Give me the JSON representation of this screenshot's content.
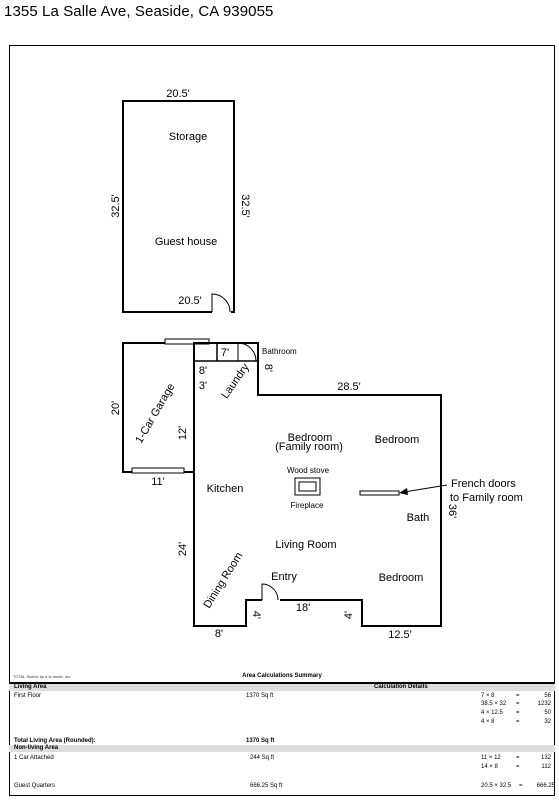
{
  "header": {
    "address": "1355 La Salle Ave, Seaside, CA  939055"
  },
  "plan": {
    "guest_house": {
      "top_dim": "20.5'",
      "left_dim": "32.5'",
      "right_dim": "32.5'",
      "bottom_dim": "20.5'",
      "rooms": [
        "Storage",
        "Guest house"
      ]
    },
    "garage": {
      "name": "1-Car Garage",
      "left_dim": "20'",
      "bottom_dim": "11'",
      "right_dim": "12'",
      "small_dim": "3'"
    },
    "main": {
      "dims": {
        "laundry_top": "7'",
        "laundry_left": "8'",
        "bath_right": "8'",
        "top": "28.5'",
        "right": "36'",
        "left": "24'",
        "bottom_left": "8'",
        "entry_left": "4'",
        "entry_top": "18'",
        "entry_right": "4'",
        "bottom_right": "12.5'"
      },
      "labels": {
        "bathroom": "Bathroom",
        "laundry": "Laundry",
        "family_room_line1": "Bedroom",
        "family_room_line2": "(Family room)",
        "bedroom_top": "Bedroom",
        "wood_stove": "Wood stove",
        "fireplace": "Fireplace",
        "kitchen": "Kitchen",
        "bath": "Bath",
        "living_room": "Living Room",
        "dining_room": "Dining Room",
        "entry": "Entry",
        "bedroom_bottom": "Bedroom"
      },
      "callout": {
        "line1": "French doors",
        "line2": "to Family room"
      }
    }
  },
  "summary": {
    "caption": "TOTAL Sketch by a la mode, Inc.",
    "title": "Area Calculations Summary",
    "living_header": "Living Area",
    "calc_header": "Calculation Details",
    "first_floor_label": "First Floor",
    "first_floor_value": "1370 Sq ft",
    "first_floor_calcs": [
      {
        "expr": "7 × 8",
        "eq": "=",
        "result": "56"
      },
      {
        "expr": "38.5 × 32",
        "eq": "=",
        "result": "1232"
      },
      {
        "expr": "4 × 12.5",
        "eq": "=",
        "result": "50"
      },
      {
        "expr": "4 × 8",
        "eq": "=",
        "result": "32"
      }
    ],
    "total_label": "Total Living Area (Rounded):",
    "total_value": "1370 Sq ft",
    "nonliving_header": "Non-living Area",
    "garage_label": "1 Car Attached",
    "garage_value": "244 Sq ft",
    "garage_calcs": [
      {
        "expr": "11 × 12",
        "eq": "=",
        "result": "132"
      },
      {
        "expr": "14 × 8",
        "eq": "=",
        "result": "112"
      }
    ],
    "guest_label": "Guest Quarters",
    "guest_value": "666.25 Sq ft",
    "guest_calcs": [
      {
        "expr": "20.5 × 32.5",
        "eq": "=",
        "result": "666.25"
      }
    ]
  }
}
